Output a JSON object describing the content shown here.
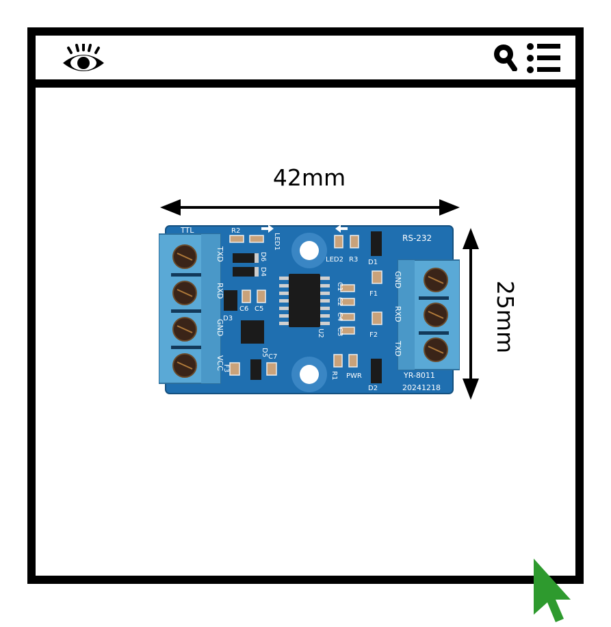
{
  "toolbar": {
    "view_icon": "eye-icon",
    "search_icon": "search-icon",
    "menu_icon": "list-menu-icon"
  },
  "dimensions": {
    "width_label": "42mm",
    "height_label": "25mm"
  },
  "pcb": {
    "header_left": "TTL",
    "header_right": "RS-232",
    "model": "YR-8011",
    "date_code": "20241218",
    "pins_left": [
      "TXD",
      "RXD",
      "GND",
      "VCC"
    ],
    "pins_right": [
      "GND",
      "RXD",
      "TXD"
    ],
    "components": {
      "r2": "R2",
      "led1": "LED1",
      "led2": "LED2",
      "r3": "R3",
      "d1": "D1",
      "d2": "D2",
      "d6": "D6",
      "d4": "D4",
      "d3": "D3",
      "d5": "D5",
      "c6": "C6",
      "c5": "C5",
      "c7": "C7",
      "c1": "C1",
      "c2": "C2",
      "c4": "C4",
      "c3": "C3",
      "f1": "F1",
      "f2": "F2",
      "f3": "F3",
      "u2": "U2",
      "r1": "R1",
      "pwr": "PWR"
    }
  },
  "colors": {
    "frame": "#000000",
    "pcb": "#1f6fb0",
    "terminal": "#5aa9d6",
    "cursor": "#2e9a2e"
  }
}
